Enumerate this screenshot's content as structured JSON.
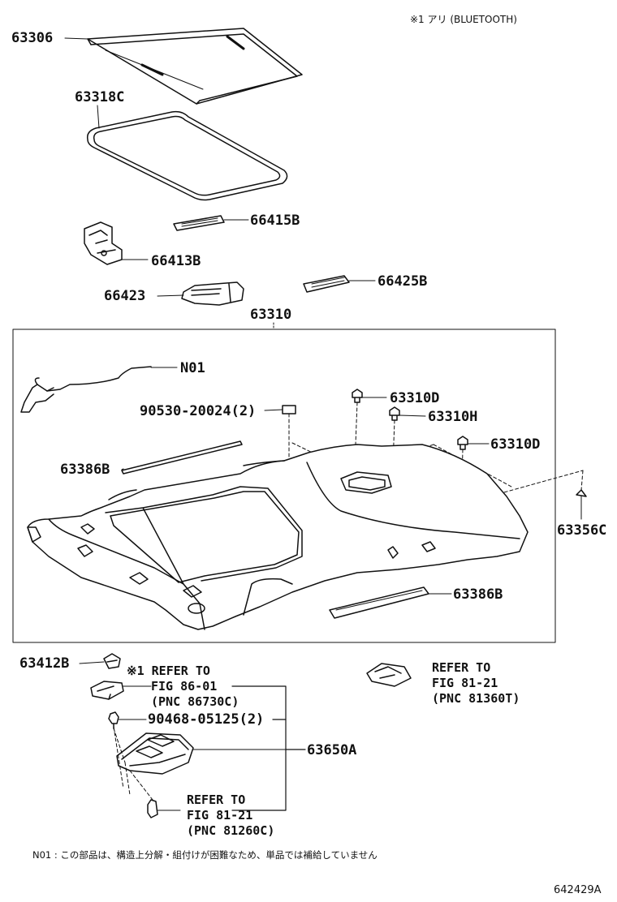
{
  "header_note": "※1 アリ (BLUETOOTH)",
  "labels": {
    "p63306": "63306",
    "p63318c": "63318C",
    "p66415b": "66415B",
    "p66413b": "66413B",
    "p66423": "66423",
    "p66425b": "66425B",
    "p63310": "63310",
    "n01": "N01",
    "p90530": "90530-20024(2)",
    "p63310d_a": "63310D",
    "p63310h": "63310H",
    "p63310d_b": "63310D",
    "p63386b_a": "63386B",
    "p63356c": "63356C",
    "p63386b_b": "63386B",
    "p63412b": "63412B",
    "p90468": "90468-05125(2)",
    "p63650a": "63650A"
  },
  "refs": {
    "ref1": {
      "l1": "※1 REFER TO",
      "l2": "FIG 86-01",
      "l3": "(PNC 86730C)"
    },
    "ref2": {
      "l1": "REFER TO",
      "l2": "FIG 81-21",
      "l3": "(PNC 81360T)"
    },
    "ref3": {
      "l1": "REFER TO",
      "l2": "FIG 81-21",
      "l3": "(PNC 81260C)"
    }
  },
  "footnote": "N01 : この部品は、構造上分解・組付けが困難なため、単品では補給していません",
  "diagram_id": "642429A"
}
